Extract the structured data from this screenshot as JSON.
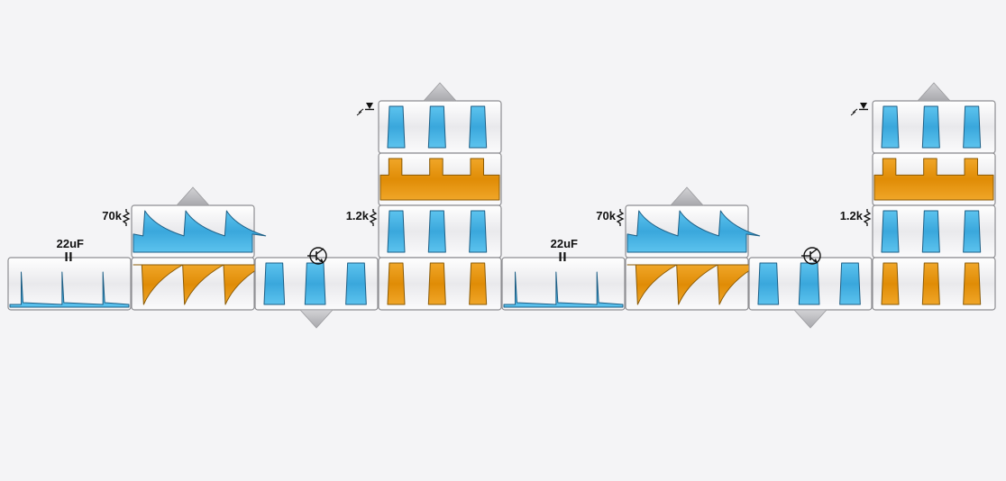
{
  "diagram": {
    "colors": {
      "blue": "#41b0e2",
      "orange": "#e8990f",
      "panel": "#f7f7f9",
      "border": "#8e8e92",
      "arrow": "#bdbdc1"
    },
    "stages": [
      {
        "component": "capacitor",
        "label": "22uF",
        "label_icon": "capacitor-icon",
        "cells": [
          {
            "signal": "spike",
            "color": "blue",
            "cycles": 3
          }
        ]
      },
      {
        "component": "resistor",
        "label": "70k",
        "label_icon": "resistor-icon",
        "arrow": "up",
        "cells": [
          {
            "signal": "sawtooth",
            "color": "blue",
            "cycles": 3
          },
          {
            "signal": "sawtooth-inverted",
            "color": "orange",
            "cycles": 3
          }
        ]
      },
      {
        "component": "transistor",
        "label": "",
        "label_icon": "transistor-icon",
        "arrow": "down",
        "cells": [
          {
            "signal": "pulse",
            "color": "blue",
            "cycles": 3
          }
        ]
      },
      {
        "component": "led-resistor",
        "label": "1.2k",
        "label_icon": "resistor-icon",
        "top_icon": "led-icon",
        "arrow": "up",
        "cells": [
          {
            "signal": "square",
            "color": "blue",
            "cycles": 3
          },
          {
            "signal": "notch",
            "color": "orange",
            "cycles": 3
          },
          {
            "signal": "square",
            "color": "blue",
            "cycles": 3
          },
          {
            "signal": "square",
            "color": "orange",
            "cycles": 3
          }
        ]
      },
      {
        "component": "capacitor",
        "label": "22uF",
        "label_icon": "capacitor-icon",
        "cells": [
          {
            "signal": "spike",
            "color": "blue",
            "cycles": 3
          }
        ]
      },
      {
        "component": "resistor",
        "label": "70k",
        "label_icon": "resistor-icon",
        "arrow": "up",
        "cells": [
          {
            "signal": "sawtooth",
            "color": "blue",
            "cycles": 3
          },
          {
            "signal": "sawtooth-inverted",
            "color": "orange",
            "cycles": 3
          }
        ]
      },
      {
        "component": "transistor",
        "label": "",
        "label_icon": "transistor-icon",
        "arrow": "down",
        "cells": [
          {
            "signal": "pulse",
            "color": "blue",
            "cycles": 3
          }
        ]
      },
      {
        "component": "led-resistor",
        "label": "1.2k",
        "label_icon": "resistor-icon",
        "top_icon": "led-icon",
        "arrow": "up",
        "cells": [
          {
            "signal": "square",
            "color": "blue",
            "cycles": 3
          },
          {
            "signal": "notch",
            "color": "orange",
            "cycles": 3
          },
          {
            "signal": "square",
            "color": "blue",
            "cycles": 3
          },
          {
            "signal": "square",
            "color": "orange",
            "cycles": 3
          }
        ]
      }
    ]
  }
}
